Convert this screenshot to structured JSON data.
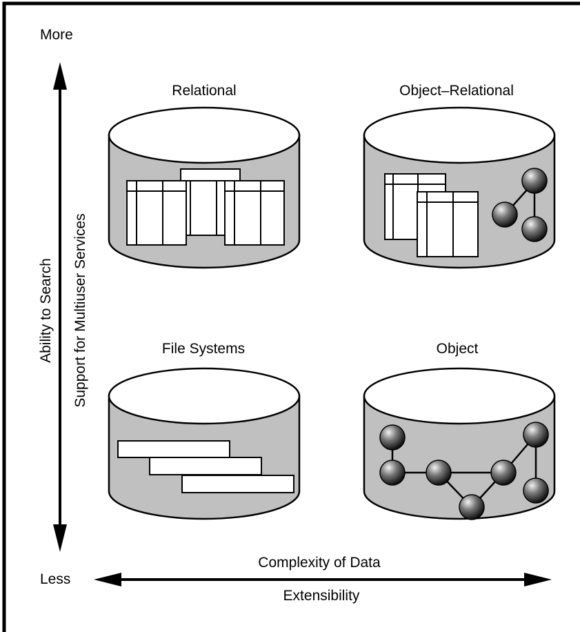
{
  "axes": {
    "vertical_top": "More",
    "vertical_bottom": "Less",
    "vertical_label_outer": "Ability to Search",
    "vertical_label_inner": "Support for Multiuser Services",
    "horizontal_label_above": "Complexity of Data",
    "horizontal_label_below": "Extensibility"
  },
  "quadrants": {
    "relational": "Relational",
    "object_relational": "Object–Relational",
    "file_systems": "File Systems",
    "object": "Object"
  },
  "colors": {
    "cylinder_body": "#c0c0c0",
    "background": "#ffffff",
    "ink": "#000000"
  }
}
